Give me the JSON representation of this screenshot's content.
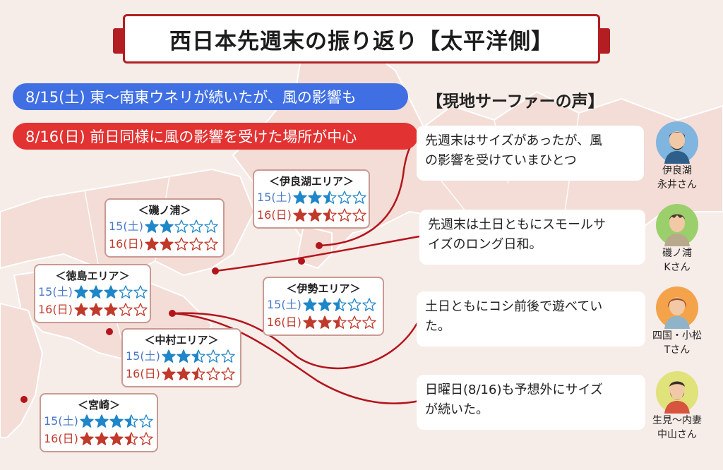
{
  "title": "西日本先週末の振り返り【太平洋側】",
  "summary": {
    "sat": "8/15(土)  東〜南東ウネリが続いたが、風の影響も",
    "sun": "8/16(日)   前日同様に風の影響を受けた場所が中心"
  },
  "voices_title": "【現地サーファーの声】",
  "areas": [
    {
      "name": "＜伊良湖エリア＞",
      "sat_label": "15(土)",
      "sun_label": "16(日)",
      "sat_rating": 2.5,
      "sun_rating": 2.5
    },
    {
      "name": "＜磯ノ浦＞",
      "sat_label": "15(土)",
      "sun_label": "16(日)",
      "sat_rating": 2,
      "sun_rating": 2
    },
    {
      "name": "＜徳島エリア＞",
      "sat_label": "15(土)",
      "sun_label": "16(日)",
      "sat_rating": 3,
      "sun_rating": 3
    },
    {
      "name": "＜伊勢エリア＞",
      "sat_label": "15(土)",
      "sun_label": "16(日)",
      "sat_rating": 2.5,
      "sun_rating": 2.5
    },
    {
      "name": "＜中村エリア＞",
      "sat_label": "15(土)",
      "sun_label": "16(日)",
      "sat_rating": 2.5,
      "sun_rating": 2.5
    },
    {
      "name": "＜宮崎＞",
      "sat_label": "15(土)",
      "sun_label": "16(日)",
      "sat_rating": 3.5,
      "sun_rating": 3.5
    }
  ],
  "voices": [
    {
      "text_line1": "先週末はサイズがあったが、風",
      "text_line2": "の影響を受けていまひとつ",
      "name_line1": "伊良湖",
      "name_line2": "永井さん"
    },
    {
      "text_line1": "先週末は土日ともにスモールサ",
      "text_line2": "イズのロング日和。",
      "name_line1": "磯ノ浦",
      "name_line2": "Kさん"
    },
    {
      "text_line1": "土日ともにコシ前後で遊べてい",
      "text_line2": "た。",
      "name_line1": "四国・小松",
      "name_line2": "Tさん"
    },
    {
      "text_line1": "日曜日(8/16)も予想外にサイズ",
      "text_line2": "が続いた。",
      "name_line1": "生見〜内妻",
      "name_line2": "中山さん"
    }
  ],
  "colors": {
    "accent": "#b31e22",
    "sat_star": "#1f86c8",
    "sun_star": "#c0392b",
    "blue_pill": "#3f6fe3",
    "red_pill": "#e23232"
  }
}
